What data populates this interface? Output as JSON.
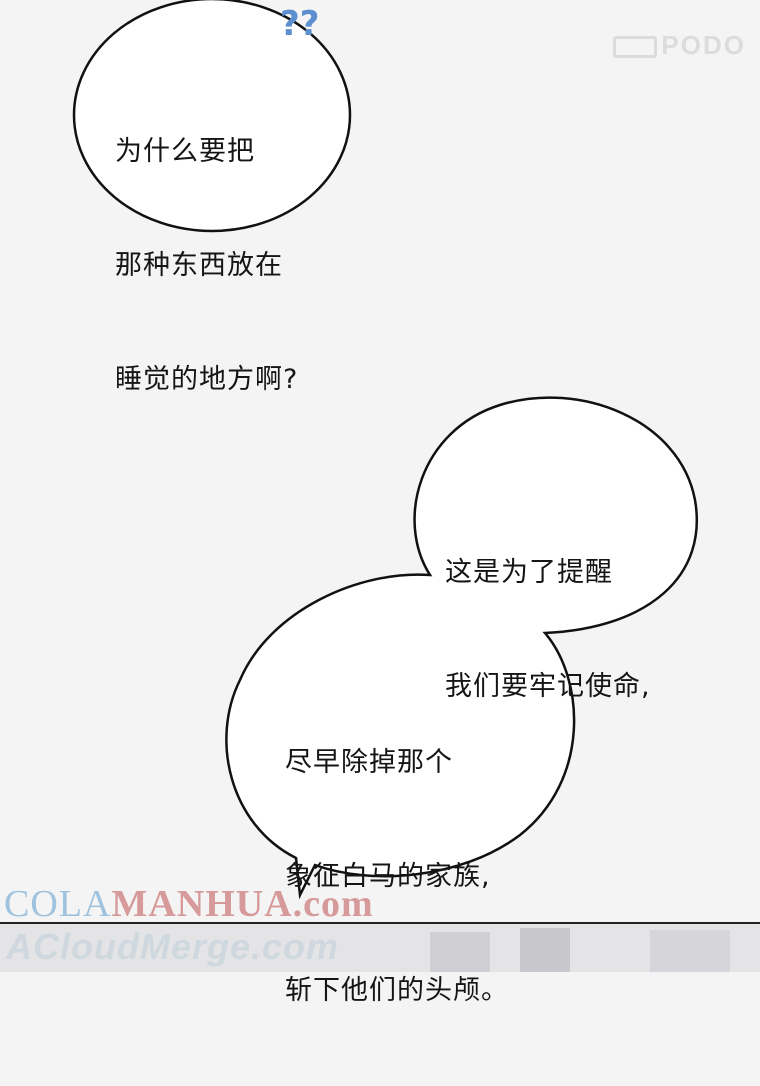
{
  "bubble_top": {
    "lines": [
      "为什么要把",
      "那种东西放在",
      "睡觉的地方啊?"
    ]
  },
  "question_marks": "??",
  "bubble_bottom_upper": {
    "lines": [
      "这是为了提醒",
      "我们要牢记使命,"
    ]
  },
  "bubble_bottom_lower": {
    "lines": [
      "尽早除掉那个",
      "象征白马的家族,",
      "斩下他们的头颅。"
    ]
  },
  "watermark_podo": "PODO",
  "watermark_colamanhua": {
    "part1": "COLA",
    "part2": "MANHUA.com"
  },
  "watermark_acloudmerge": "ACloudMerge.com",
  "colors": {
    "background": "#f4f4f4",
    "text": "#151515",
    "question_mark": "#5b8fd0"
  }
}
